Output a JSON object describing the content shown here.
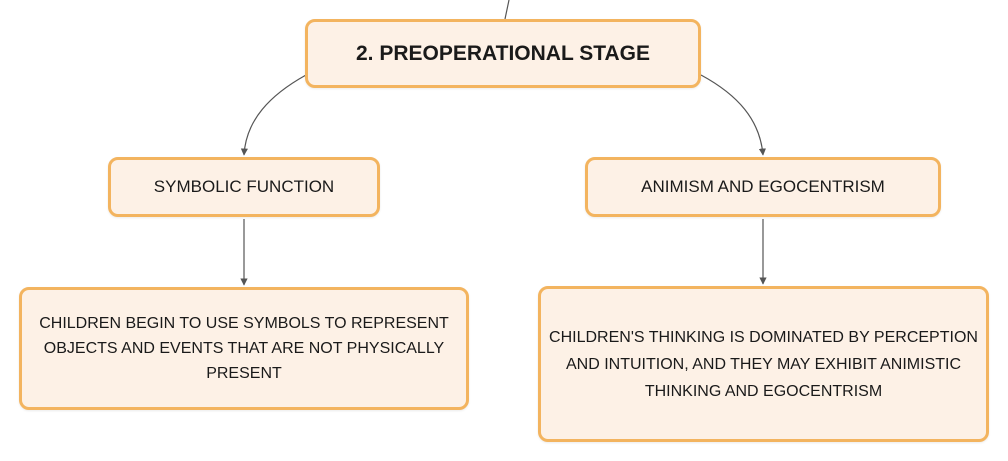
{
  "diagram": {
    "root": {
      "label": "2. PREOPERATIONAL STAGE"
    },
    "branches": [
      {
        "label": "SYMBOLIC FUNCTION",
        "description": "CHILDREN BEGIN TO USE SYMBOLS TO REPRESENT OBJECTS AND EVENTS THAT ARE NOT PHYSICALLY PRESENT"
      },
      {
        "label": "ANIMISM AND EGOCENTRISM",
        "description": "CHILDREN'S THINKING IS DOMINATED BY PERCEPTION AND INTUITION, AND THEY MAY EXHIBIT ANIMISTIC THINKING AND EGOCENTRISM"
      }
    ]
  },
  "colors": {
    "node_fill": "#fdf1e6",
    "node_border": "#f3b45f",
    "connector": "#555555"
  }
}
